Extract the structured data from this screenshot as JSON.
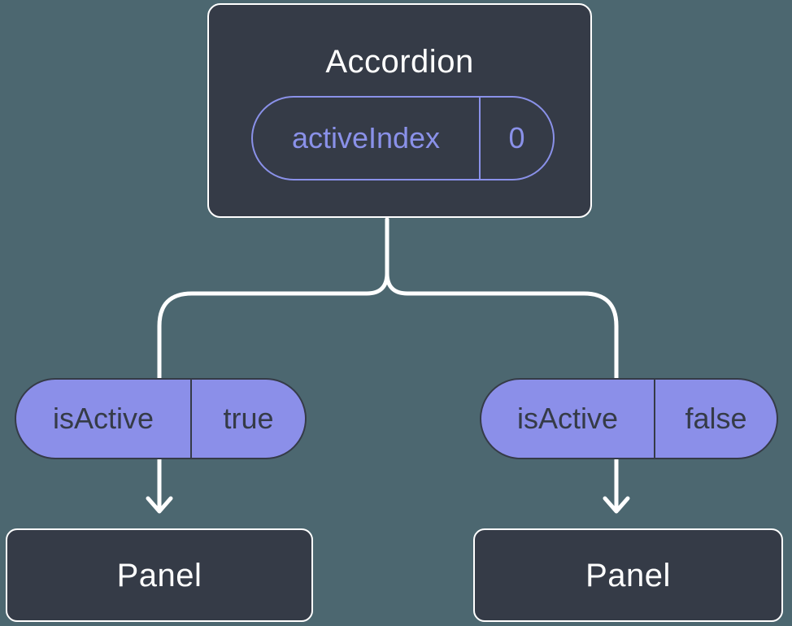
{
  "diagram": {
    "description": "Component tree showing state passed down as props",
    "root": {
      "title": "Accordion",
      "state": {
        "name": "activeIndex",
        "value": "0"
      }
    },
    "children": [
      {
        "prop": {
          "name": "isActive",
          "value": "true"
        },
        "node": {
          "title": "Panel"
        }
      },
      {
        "prop": {
          "name": "isActive",
          "value": "false"
        },
        "node": {
          "title": "Panel"
        }
      }
    ],
    "colors": {
      "background": "#4C6770",
      "node_fill": "#353B47",
      "node_border": "#FFFFFF",
      "state_accent": "#8A91E9",
      "prop_fill": "#8B8FE9",
      "prop_text": "#353B47",
      "connector": "#FFFFFF"
    }
  }
}
